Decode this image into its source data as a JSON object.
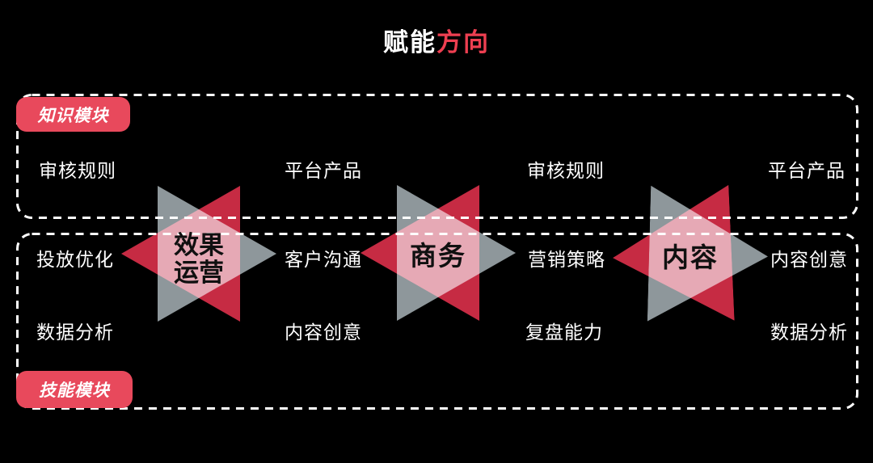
{
  "title": {
    "white_part": "赋能",
    "red_part": "方向"
  },
  "colors": {
    "background": "#000000",
    "title_red": "#ee3f51",
    "badge_red": "#e8495c",
    "triangle_red": "#c62b43",
    "triangle_gray": "#8e979b",
    "overlap_pink": "#e7aab6",
    "text_white": "#ffffff",
    "star_text_black": "#101010"
  },
  "knowledge_module": {
    "badge_label": "知识模块",
    "items": [
      "审核规则",
      "平台产品",
      "审核规则",
      "平台产品"
    ]
  },
  "skill_module": {
    "badge_label": "技能模块",
    "row1": [
      "投放优化",
      "客户沟通",
      "营销策略",
      "内容创意"
    ],
    "row2": [
      "数据分析",
      "内容创意",
      "复盘能力",
      "数据分析"
    ]
  },
  "stars": [
    {
      "name": "效果运营",
      "lines": [
        "效果",
        "运营"
      ]
    },
    {
      "name": "商务",
      "lines": [
        "商务"
      ]
    },
    {
      "name": "内容",
      "lines": [
        "内容"
      ]
    }
  ]
}
